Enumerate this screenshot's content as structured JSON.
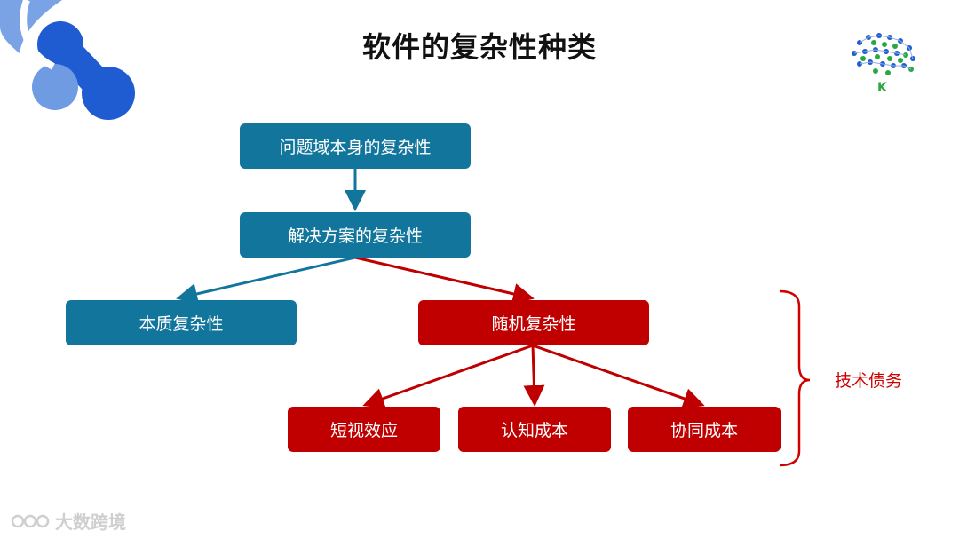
{
  "title": "软件的复杂性种类",
  "nodes": {
    "problem_domain": "问题域本身的复杂性",
    "solution": "解决方案的复杂性",
    "essential": "本质复杂性",
    "accidental": "随机复杂性",
    "short_sighted": "短视效应",
    "cognitive_cost": "认知成本",
    "collaboration_cost": "协同成本"
  },
  "bracket_label": "技术债务",
  "logo_letter": "K",
  "watermark": "大数跨境",
  "colors": {
    "teal": "#12759c",
    "red": "#c00000",
    "logo_blue": "#1f5bd1",
    "logo_light_blue": "#6f9be3"
  }
}
